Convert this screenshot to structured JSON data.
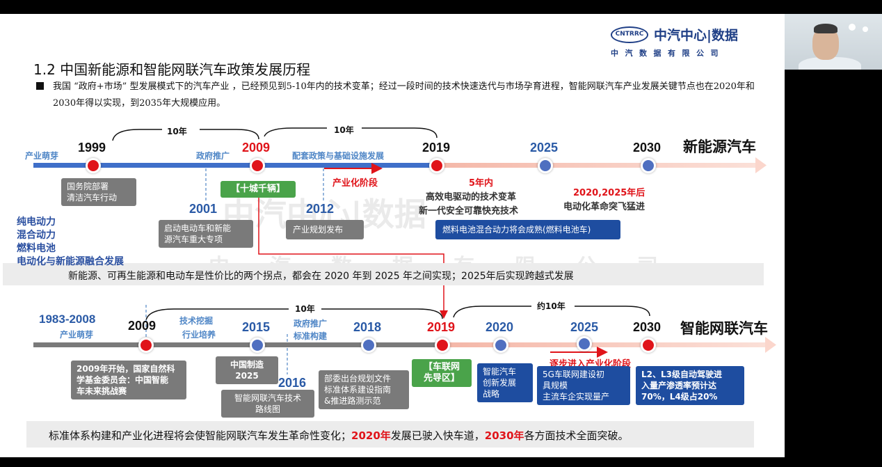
{
  "logo": {
    "mark": "CNTRRC",
    "brand": "中汽中心|数据",
    "company": "中汽数据有限公司"
  },
  "title": "1.2  中国新能源和智能网联汽车政策发展历程",
  "intro": "我国 “政府+市场” 型发展模式下的汽车产业 ，已经预见到5-10年内的技术变革；经过一段时间的技术快速迭代与市场孕育进程，智能网联汽车产业发展关键节点也在2020年和2030年得以实现，到2035年大规模应用。",
  "nev": {
    "heading": "新能源汽车",
    "span_1": "10年",
    "span_2": "10年",
    "years": {
      "y1999": "1999",
      "y2009": "2009",
      "y2019": "2019",
      "y2025": "2025",
      "y2030": "2030",
      "y2001": "2001",
      "y2012": "2012"
    },
    "labels": {
      "budding": "产业萌芽",
      "gov_push": "政府推广",
      "supporting": "配套政策与基础设施发展",
      "industrialization": "产业化阶段",
      "five_years": "5年内",
      "tech_change": "高效电驱动的技术变革",
      "battery": "新一代安全可靠快充技术",
      "year_2025_after": "2020,2025年后",
      "revolution": "电动化革命突飞猛进"
    },
    "boxes": {
      "state_council": "国务院部署\n清洁汽车行动",
      "ten_cities": "【十城千辆】",
      "major_project": "启动电动车和新能\n源汽车重大专项",
      "plan": "产业规划发布",
      "fuel_cell": "燃料电池混合动力将会成熟(燃料电池车)"
    },
    "left_list": [
      "纯电动力",
      "混合动力",
      "燃料电池",
      "电动化与新能源融合发展"
    ],
    "band": "新能源、可再生能源和电动车是性价比的两个拐点，都会在 2020 年到 2025 年之间实现；2025年后实现跨越式发展"
  },
  "icv": {
    "heading": "智能网联汽车",
    "span_1": "10年",
    "span_2": "约10年",
    "years": {
      "y1983": "1983-2008",
      "y2009": "2009",
      "y2015": "2015",
      "y2018": "2018",
      "y2019": "2019",
      "y2020": "2020",
      "y2025": "2025",
      "y2030": "2030",
      "y2016": "2016"
    },
    "labels": {
      "budding": "产业萌芽",
      "tech_mining": "技术挖掘",
      "industry_cultivation": "行业培养",
      "gov_push": "政府推广",
      "std_build": "标准构建",
      "gradual": "逐步进入产业化阶段"
    },
    "boxes": {
      "nsfc": "2009年开始，国家自然科\n学基金委员会：中国智能\n车未来挑战赛",
      "made_in_china": "中国制造\n2025",
      "roadmap": "智能网联汽车技术\n路线图",
      "ministry": "部委出台规划文件\n标准体系建设指南\n&推进路测示范",
      "pilot": "【车联网\n先导区】",
      "strategy": "智能汽车\n创新发展\n战略",
      "5g": "5G车联网建设初\n具规模\n主流车企实现量产",
      "l2l3": "L2、L3级自动驾驶进\n入量产渗透率预计达\n70%，L4级占20%"
    },
    "band_a": "标准体系构建和产业化进程将会使智能网联汽车发生革命性变化；",
    "band_b": "2020年",
    "band_c": "发展已驶入快车道，",
    "band_d": "2030年",
    "band_e": "各方面技术全面突破。"
  },
  "watermark": {
    "big": "中汽中心|数据",
    "small": "中汽数据有限公司"
  },
  "colors": {
    "red": "#e0141a",
    "blue": "#4f6fc0",
    "navy": "#1e4da0",
    "green": "#4aa34a",
    "gray": "#7a7a7a",
    "brand": "#1f3f86"
  }
}
